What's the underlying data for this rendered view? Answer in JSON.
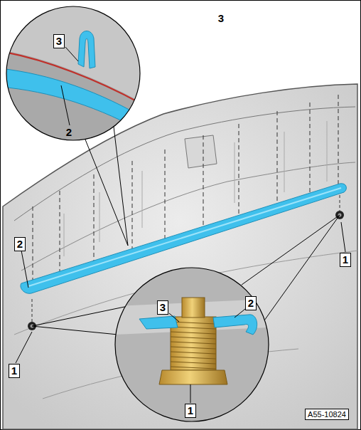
{
  "diagram": {
    "labels": [
      "3",
      "2",
      "3",
      "2",
      "1",
      "3",
      "2",
      "1",
      "1",
      "A55-10824"
    ]
  }
}
